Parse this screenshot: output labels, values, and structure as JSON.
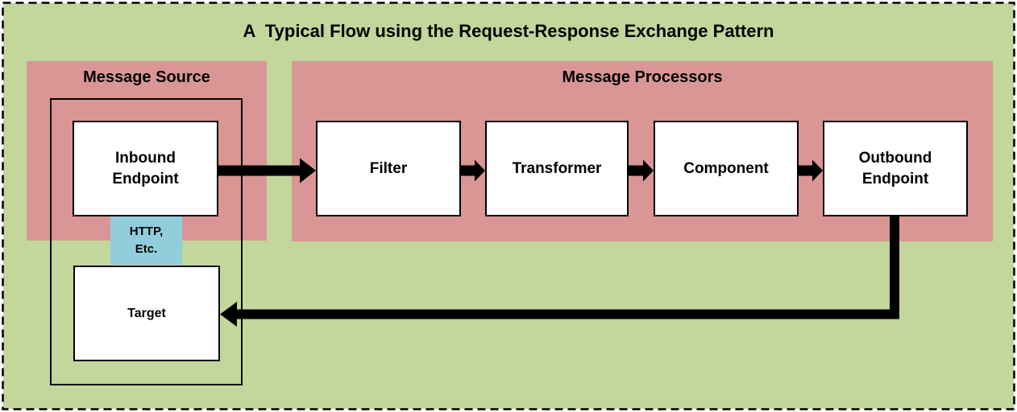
{
  "title": "A  Typical Flow using the Request-Response Exchange Pattern",
  "groups": {
    "message_source": {
      "label": "Message Source"
    },
    "message_processors": {
      "label": "Message Processors"
    }
  },
  "nodes": {
    "inbound": {
      "label": "Inbound Endpoint"
    },
    "filter": {
      "label": "Filter"
    },
    "transformer": {
      "label": "Transformer"
    },
    "component": {
      "label": "Component"
    },
    "outbound": {
      "label": "Outbound Endpoint"
    },
    "target": {
      "label": "Target"
    }
  },
  "connector": {
    "label": "HTTP,\nEtc."
  },
  "flow": {
    "forward_path": [
      "Inbound Endpoint",
      "Filter",
      "Transformer",
      "Component",
      "Outbound Endpoint"
    ],
    "return_path": [
      "Outbound Endpoint",
      "Target"
    ]
  },
  "colors": {
    "background": "#c3d69b",
    "group_fill": "#d99694",
    "connector_fill": "#92cddc",
    "box_fill": "#ffffff",
    "line": "#000000"
  }
}
